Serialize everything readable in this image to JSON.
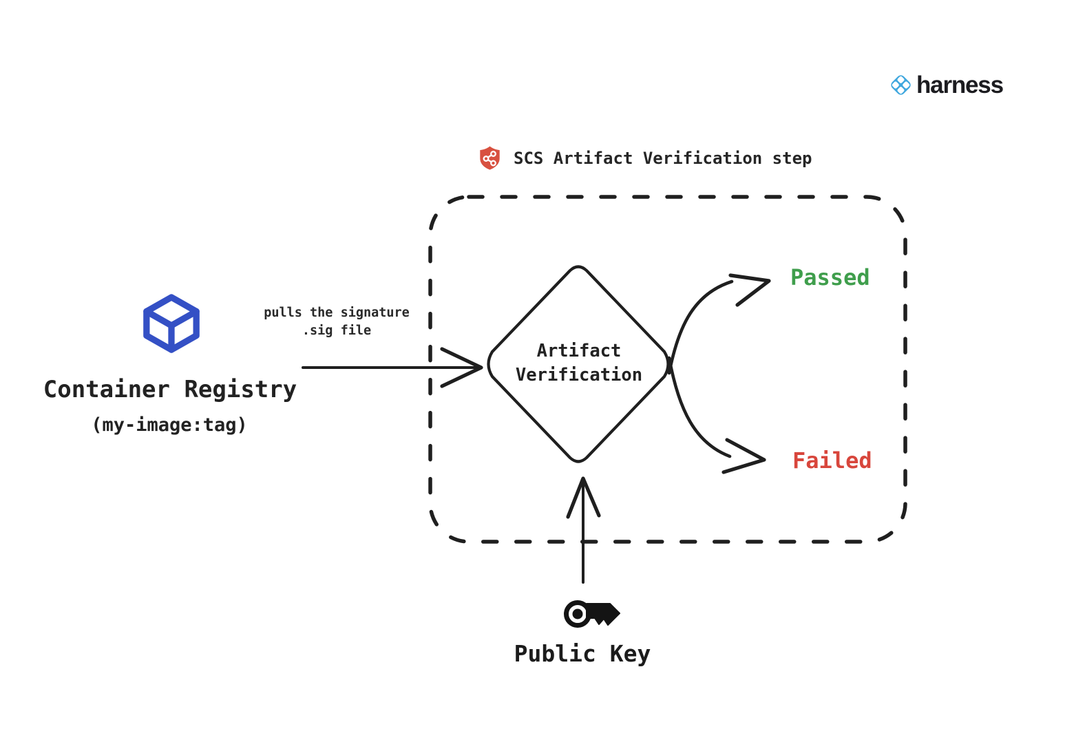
{
  "brand": {
    "name": "harness",
    "icon": "harness-logo-icon",
    "icon_color": "#3FA7DE"
  },
  "step": {
    "title": "SCS Artifact Verification step",
    "icon": "scs-shield-icon",
    "icon_color": "#D85140"
  },
  "registry": {
    "label": "Container Registry",
    "tag": "(my-image:tag)",
    "icon": "container-cube-icon",
    "icon_color": "#3450C5"
  },
  "pull_edge": {
    "line1": "pulls the signature",
    "line2": ".sig file"
  },
  "decision": {
    "line1": "Artifact",
    "line2": "Verification"
  },
  "outcomes": {
    "passed": {
      "label": "Passed",
      "color": "#3F9E4C"
    },
    "failed": {
      "label": "Failed",
      "color": "#D8463C"
    }
  },
  "public_key": {
    "label": "Public Key",
    "icon": "key-icon"
  }
}
